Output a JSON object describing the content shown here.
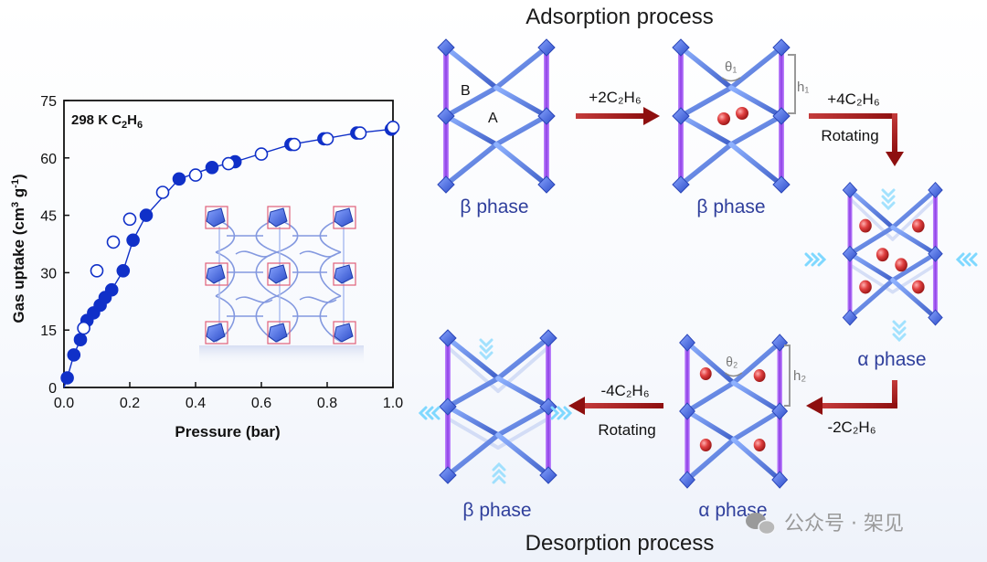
{
  "labels": {
    "adsorption_title": "Adsorption process",
    "desorption_title": "Desorption process",
    "phase_beta": "β phase",
    "phase_alpha": "α phase",
    "step1": "+2C₂H₆",
    "step2": "+4C₂H₆",
    "step2b": "Rotating",
    "step3": "-2C₂H₆",
    "step4": "-4C₂H₆",
    "step4b": "Rotating",
    "pore_b": "B",
    "pore_a": "A",
    "theta1": "θ₁",
    "h1": "h₁",
    "theta2": "θ₂",
    "h2": "h₂",
    "watermark": "公众号 · 架见"
  },
  "colors": {
    "framework_blue": "#4f6fd8",
    "pillar_purple": "#9a4fe8",
    "node_blue": "#3f63e0",
    "molecule_red": "#d83a3a",
    "arrow_red": "#a01818",
    "phase_label": "#2f3f9c",
    "open_marker": "#ffffff",
    "filled_marker": "#1030c8"
  },
  "icons": {
    "framework": "mof-framework-icon",
    "inset": "crystal-structure-inset-icon",
    "watermark": "wechat-logo-icon"
  },
  "chart_data": {
    "type": "scatter",
    "annotation": "298 K C2H6",
    "xlabel": "Pressure (bar)",
    "ylabel": "Gas uptake (cm3 g-1)",
    "xlim": [
      0,
      1.0
    ],
    "ylim": [
      0,
      75
    ],
    "xticks": [
      "0.0",
      "0.2",
      "0.4",
      "0.6",
      "0.8",
      "1.0"
    ],
    "yticks": [
      "0",
      "15",
      "30",
      "45",
      "60",
      "75"
    ],
    "grid": false,
    "series": [
      {
        "style": "filled",
        "x": [
          0.01,
          0.03,
          0.05,
          0.07,
          0.09,
          0.11,
          0.125,
          0.145,
          0.18,
          0.21,
          0.25,
          0.35,
          0.45,
          0.52,
          0.69,
          0.79,
          0.89,
          0.995
        ],
        "y": [
          2.5,
          8.5,
          12.5,
          17.5,
          19.5,
          21.5,
          23.5,
          25.5,
          30.5,
          38.5,
          45,
          54.5,
          57.5,
          59,
          63.5,
          65,
          66.5,
          67.5
        ]
      },
      {
        "style": "open",
        "x": [
          0.06,
          0.1,
          0.15,
          0.2,
          0.3,
          0.4,
          0.5,
          0.6,
          0.7,
          0.8,
          0.9,
          1.0
        ],
        "y": [
          15.5,
          30.5,
          38,
          44,
          51,
          55.5,
          58.5,
          61,
          63.5,
          65,
          66.5,
          68
        ]
      }
    ]
  }
}
